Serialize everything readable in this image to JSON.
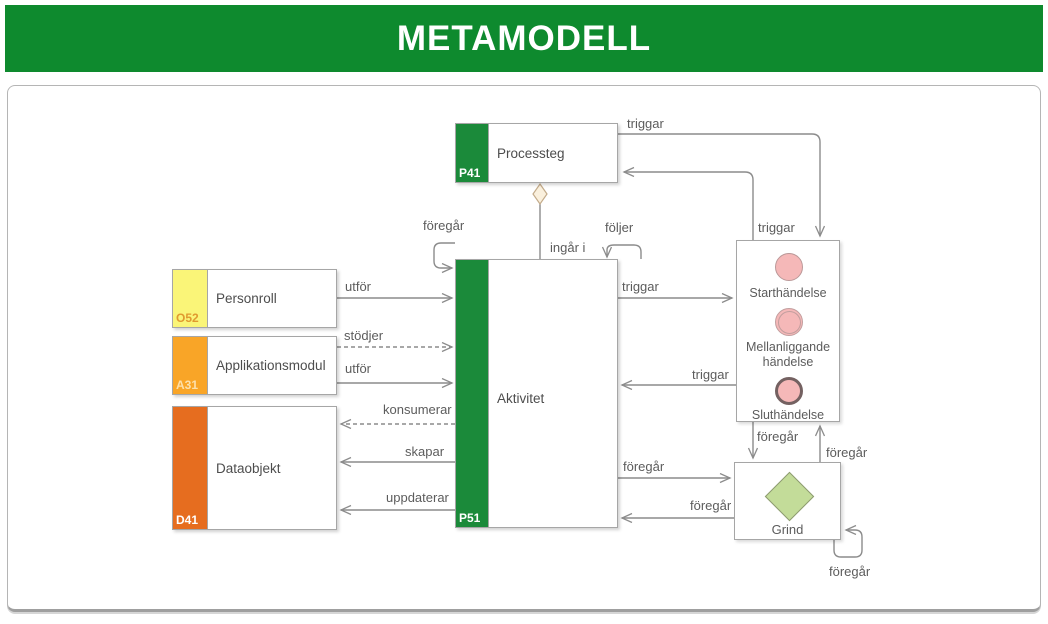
{
  "header": {
    "title": "METAMODELL"
  },
  "colors": {
    "header_green": "#0e8a2e",
    "entity_green": "#1b8a3a",
    "band_yellow": "#faf578",
    "band_orange": "#f9a527",
    "band_darkorange": "#e66d1f",
    "event_pink": "#f5b8b8",
    "diamond_green": "#c3dc99",
    "line_gray": "#8c8c8c"
  },
  "entities": {
    "processteg": {
      "label": "Processteg",
      "tag": "P41"
    },
    "aktivitet": {
      "label": "Aktivitet",
      "tag": "P51"
    },
    "personroll": {
      "label": "Personroll",
      "tag": "O52"
    },
    "applikationsmodul": {
      "label": "Applikationsmodul",
      "tag": "A31"
    },
    "dataobjekt": {
      "label": "Dataobjekt",
      "tag": "D41"
    },
    "handelser": {
      "start": "Starthändelse",
      "mellan": "Mellanliggande händelse",
      "slut": "Sluthändelse"
    },
    "grind": {
      "label": "Grind"
    }
  },
  "relations": {
    "processteg_triggar_handelse": "triggar",
    "handelse_triggar_processteg": "triggar",
    "aktivitet_foljer": "följer",
    "aktivitet_ingar_i": "ingår i",
    "aktivitet_foregar_loop": "föregår",
    "personroll_utfor": "utför",
    "applikationsmodul_stodjer": "stödjer",
    "applikationsmodul_utfor": "utför",
    "aktivitet_konsumerar": "konsumerar",
    "aktivitet_skapar": "skapar",
    "aktivitet_uppdaterar": "uppdaterar",
    "aktivitet_triggar_handelse": "triggar",
    "handelse_triggar_aktivitet": "triggar",
    "aktivitet_foregar_grind": "föregår",
    "grind_foregar_aktivitet": "föregår",
    "handelse_foregar_grind": "föregår",
    "grind_foregar_handelse": "föregår",
    "grind_foregar_loop": "föregår"
  }
}
